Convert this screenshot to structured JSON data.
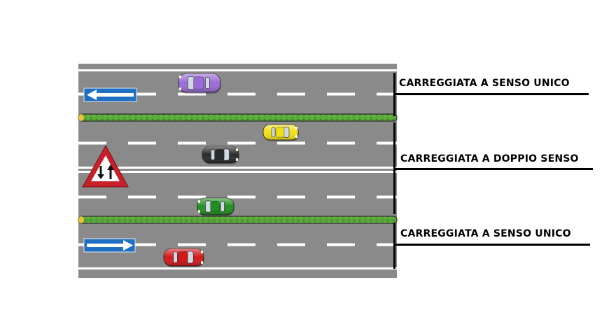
{
  "labels": {
    "top": "CARREGGIATA A SENSO UNICO",
    "middle": "CARREGGIATA A DOPPIO SENSO",
    "bottom": "CARREGGIATA A SENSO UNICO"
  },
  "icons": {
    "arrow_left": "left-arrow-sign-icon",
    "arrow_right": "right-arrow-sign-icon",
    "two_way": "two-way-traffic-warning-icon"
  },
  "colors": {
    "road": "#8a8a8a",
    "median": "#5aa83a",
    "car_purple": "#9a6ad6",
    "car_yellow": "#f2e016",
    "car_black": "#2a2a2a",
    "car_green": "#1f8f1f",
    "car_red": "#d41818",
    "sign_blue": "#1f6fc4",
    "sign_red": "#c8202a"
  }
}
